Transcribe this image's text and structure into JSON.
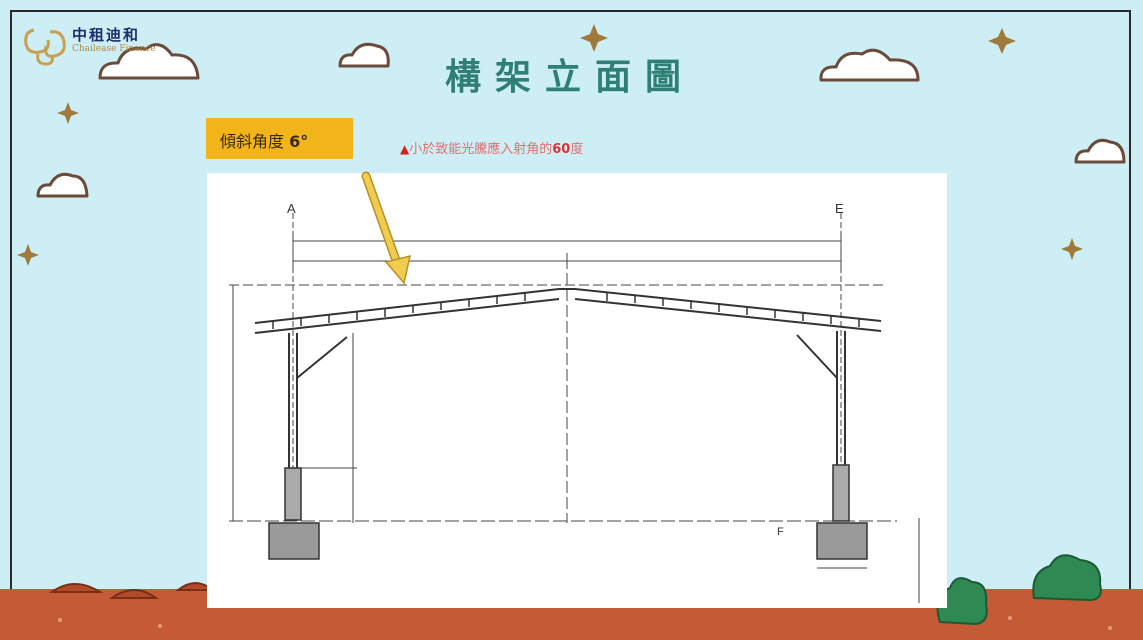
{
  "logo": {
    "name_cn": "中租迪和",
    "name_en": "Chailease Finance",
    "icon": "chailease-logo-icon"
  },
  "title": "構架立面圖",
  "angle_badge": {
    "label": "傾斜角度",
    "value": "6°"
  },
  "note": {
    "marker": "▲",
    "text": "小於致能光騰應入射角的",
    "number": "60",
    "suffix": "度"
  },
  "drawing": {
    "column_labels": [
      "A",
      "E"
    ],
    "dimension_label": "F"
  },
  "colors": {
    "sky": "#cdeef5",
    "title": "#2f7f75",
    "badge": "#f1b51b",
    "ground": "#c45a36",
    "arrow": "#e8c040",
    "note": "#e07070"
  }
}
